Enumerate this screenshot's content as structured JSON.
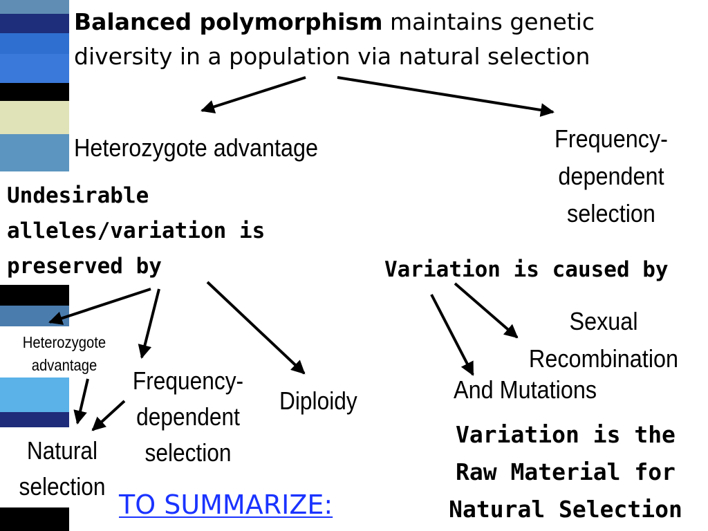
{
  "title": {
    "bold": "Balanced polymorphism",
    "rest": " maintains genetic",
    "line2": "diversity in a population via natural selection"
  },
  "branches": {
    "heterozygote_advantage": "Heterozygote advantage",
    "frequency_dependent": [
      "Frequency-",
      "dependent",
      "selection"
    ]
  },
  "left": {
    "heading": [
      "Undesirable",
      "alleles/variation is",
      "preserved by"
    ],
    "heterozygote_small": [
      "Heterozygote",
      "advantage"
    ],
    "frequency_dependent": [
      "Frequency-",
      "dependent",
      "selection"
    ],
    "diploidy": "Diploidy",
    "natural_selection": [
      "Natural",
      "selection"
    ]
  },
  "right": {
    "heading": "Variation is caused by",
    "sexual_recombination": [
      "Sexual",
      "Recombination"
    ],
    "mutations": "And Mutations",
    "conclusion": [
      "Variation is the",
      "Raw Material for",
      "Natural Selection"
    ]
  },
  "summary_link": "TO SUMMARIZE:",
  "colors": {
    "link": "#1a33ff",
    "text": "#000000"
  }
}
